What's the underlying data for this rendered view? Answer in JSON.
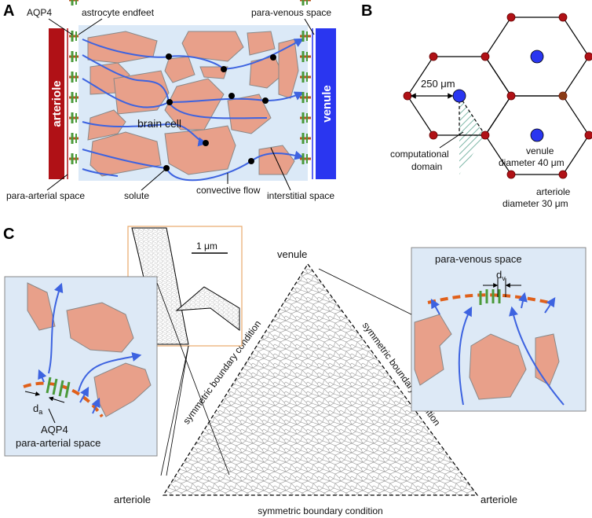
{
  "panels": {
    "a": "A",
    "b": "B",
    "c": "C"
  },
  "panel_a": {
    "aqp4": "AQP4",
    "astrocyte_endfeet": "astrocyte endfeet",
    "para_venous_space": "para-venous space",
    "arteriole": "arteriole",
    "venule": "venule",
    "brain_cell": "brain cell",
    "para_arterial_space": "para-arterial space",
    "solute": "solute",
    "convective_flow": "convective flow",
    "interstitial_space": "interstitial space"
  },
  "panel_b": {
    "distance": "250 μm",
    "computational_domain_1": "computational",
    "computational_domain_2": "domain",
    "venule_1": "venule",
    "venule_2": "diameter 40 μm",
    "arteriole_1": "arteriole",
    "arteriole_2": "diameter 30 μm"
  },
  "panel_c": {
    "scale_bar": "1 μm",
    "venule": "venule",
    "arteriole_left": "arteriole",
    "arteriole_right": "arteriole",
    "sym_left": "symmetric boundary condition",
    "sym_right": "symmetric boundary condition",
    "sym_bottom": "symmetric boundary condition",
    "para_venous_space": "para-venous space",
    "d_v": "d",
    "d_v_sub": "v",
    "d_a": "d",
    "d_a_sub": "a",
    "aqp4": "AQP4",
    "para_arterial_space": "para-arterial space"
  },
  "colors": {
    "arteriole": "#b01116",
    "venule": "#2a36f0",
    "cell": "#e8a08a",
    "flow": "#3d63e0",
    "interstitial": "#dbe9f7",
    "inset": "#dde9f6",
    "node_red": "#b01116",
    "node_brown": "#8a3b16",
    "orange": "#e0601a"
  }
}
